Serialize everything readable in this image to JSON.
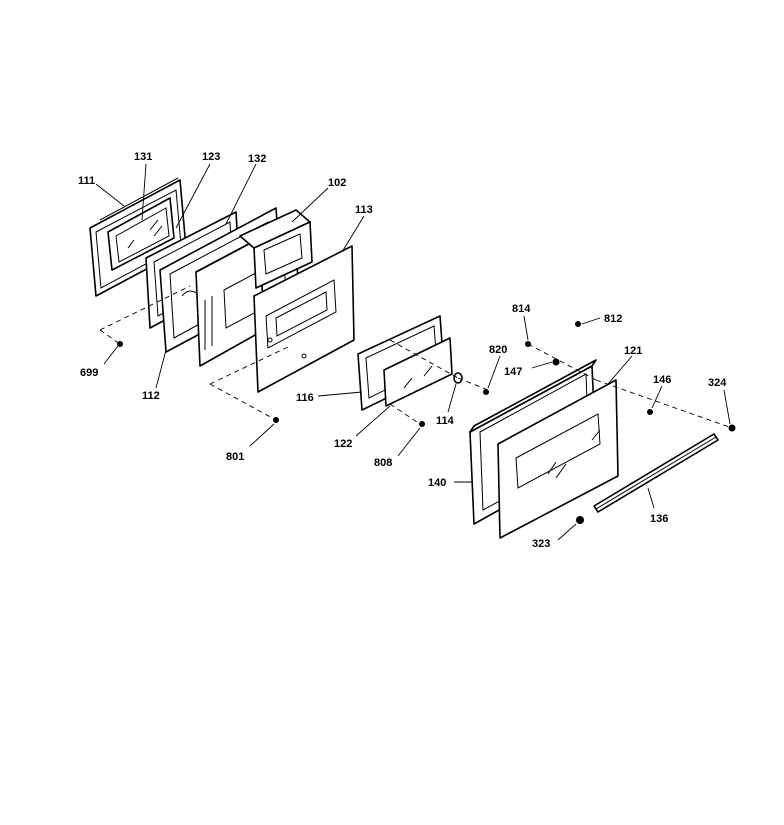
{
  "labels": {
    "p111": "111",
    "p131": "131",
    "p123": "123",
    "p132": "132",
    "p102": "102",
    "p113": "113",
    "p699": "699",
    "p112": "112",
    "p801": "801",
    "p116": "116",
    "p122": "122",
    "p808": "808",
    "p114": "114",
    "p820": "820",
    "p814": "814",
    "p812": "812",
    "p147": "147",
    "p121": "121",
    "p146": "146",
    "p324": "324",
    "p140": "140",
    "p136": "136",
    "p323": "323"
  }
}
